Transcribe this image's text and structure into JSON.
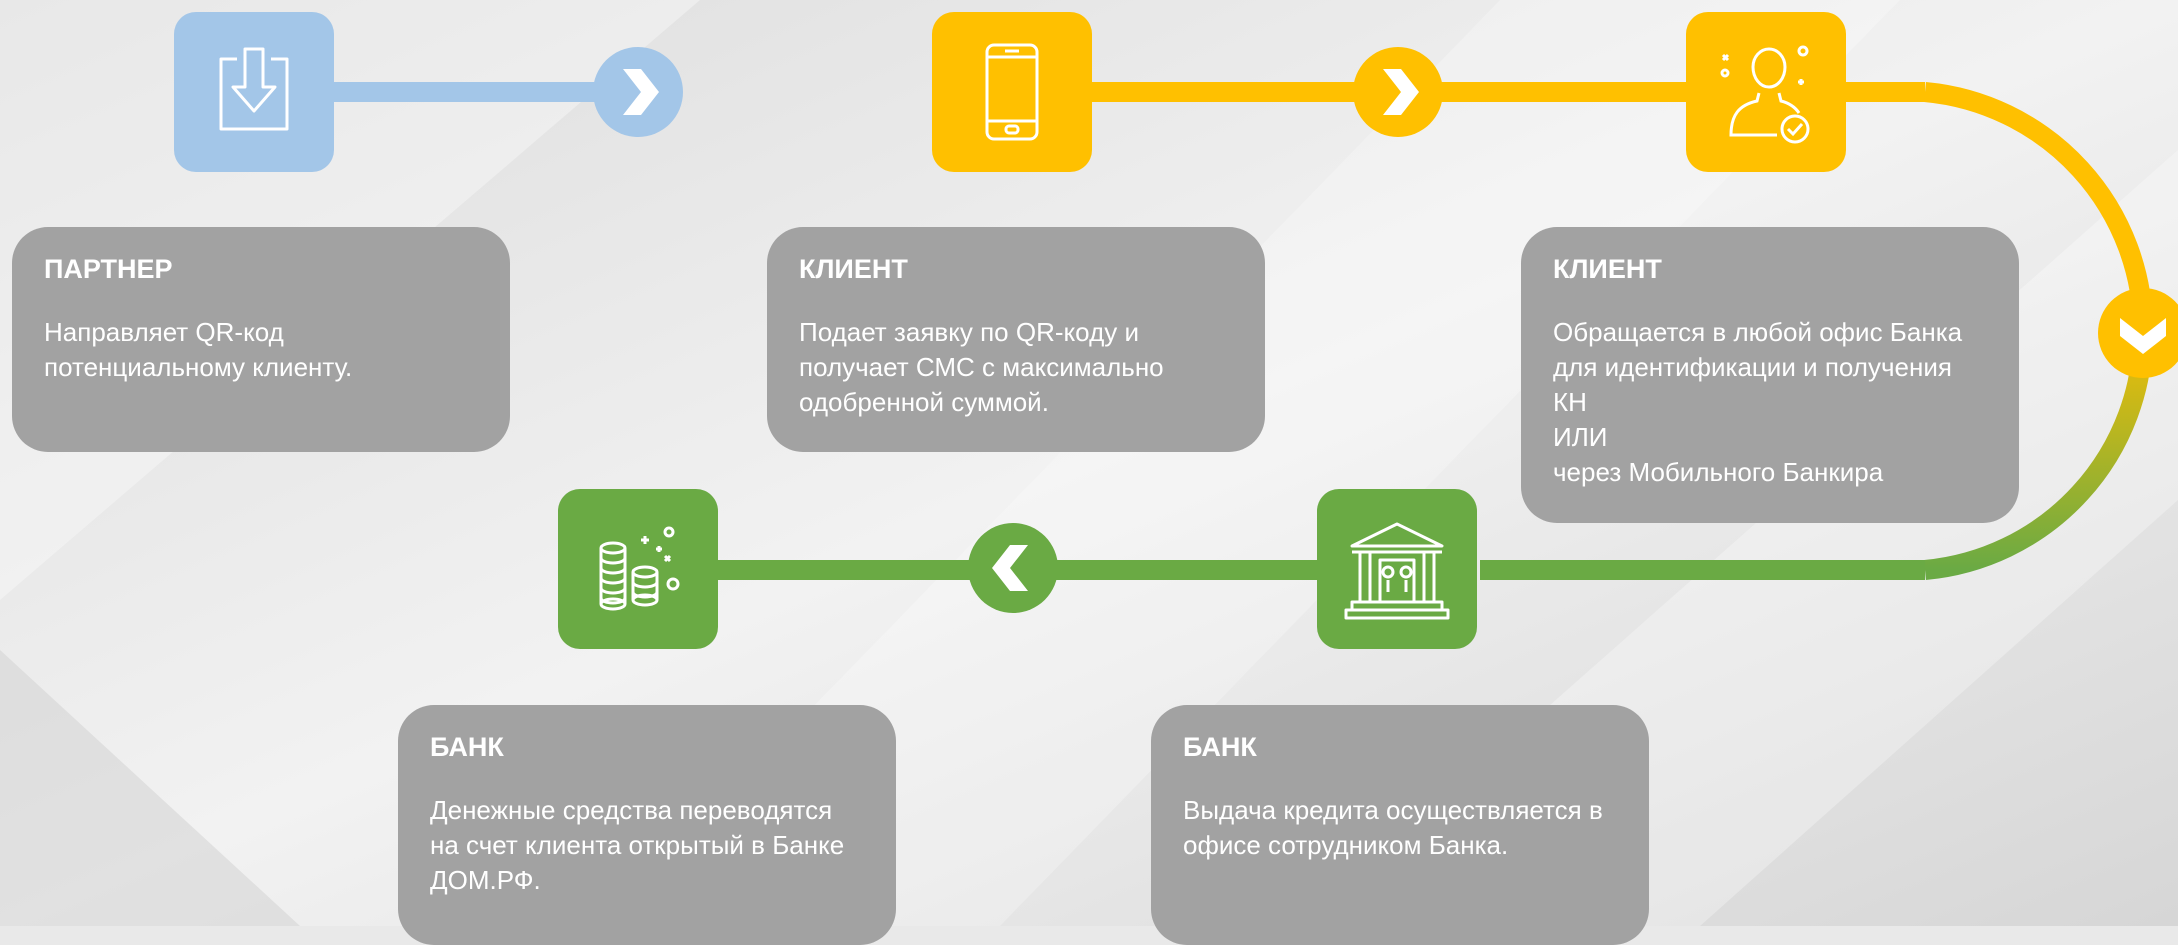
{
  "colors": {
    "blue": "#a3c6e8",
    "yellow": "#ffc000",
    "green": "#6aaa44",
    "card": "#a2a2a2",
    "text": "#ffffff"
  },
  "steps": [
    {
      "icon": "download-icon",
      "title": "ПАРТНЕР",
      "text": "Направляет QR-код\nпотенциальному клиенту."
    },
    {
      "icon": "smartphone-icon",
      "title": "КЛИЕНТ",
      "text": "Подает заявку по QR-коду и\nполучает СМС с максимально\nодобренной  суммой."
    },
    {
      "icon": "user-check-icon",
      "title": "КЛИЕНТ",
      "text": "Обращается в любой офис Банка\nдля идентификации и получения\nКН\nИЛИ\nчерез Мобильного Банкира"
    },
    {
      "icon": "bank-building-icon",
      "title": "БАНК",
      "text": "Выдача кредита осуществляется в\nофисе  сотрудником Банка."
    },
    {
      "icon": "coins-icon",
      "title": "БАНК",
      "text": "Денежные средства переводятся\nна счет клиента открытый в Банке\nДОМ.РФ."
    }
  ]
}
